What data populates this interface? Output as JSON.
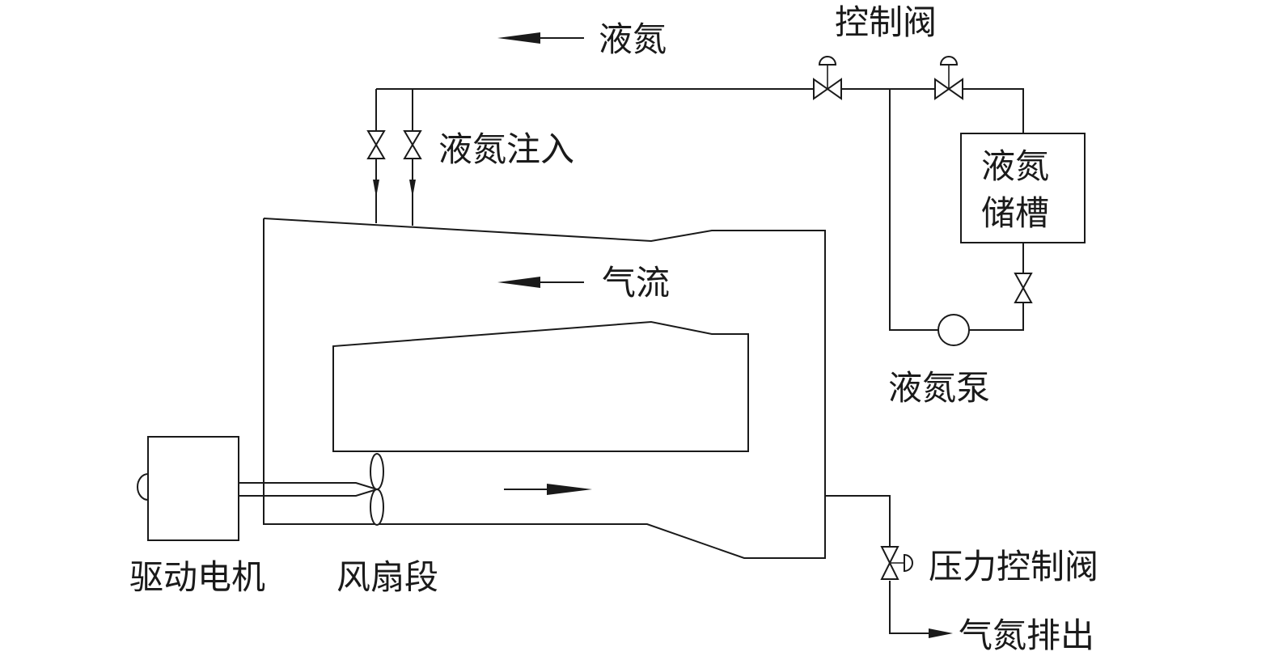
{
  "labels": {
    "liquid_nitrogen": "液氮",
    "control_valve": "控制阀",
    "liquid_nitrogen_injection": "液氮注入",
    "storage_tank_line1": "液氮",
    "storage_tank_line2": "储槽",
    "airflow": "气流",
    "liquid_nitrogen_pump": "液氮泵",
    "drive_motor": "驱动电机",
    "fan_section": "风扇段",
    "pressure_control_valve": "压力控制阀",
    "nitrogen_gas_exhaust": "气氮排出"
  },
  "colors": {
    "stroke": "#1a1a1a",
    "background": "#ffffff"
  }
}
